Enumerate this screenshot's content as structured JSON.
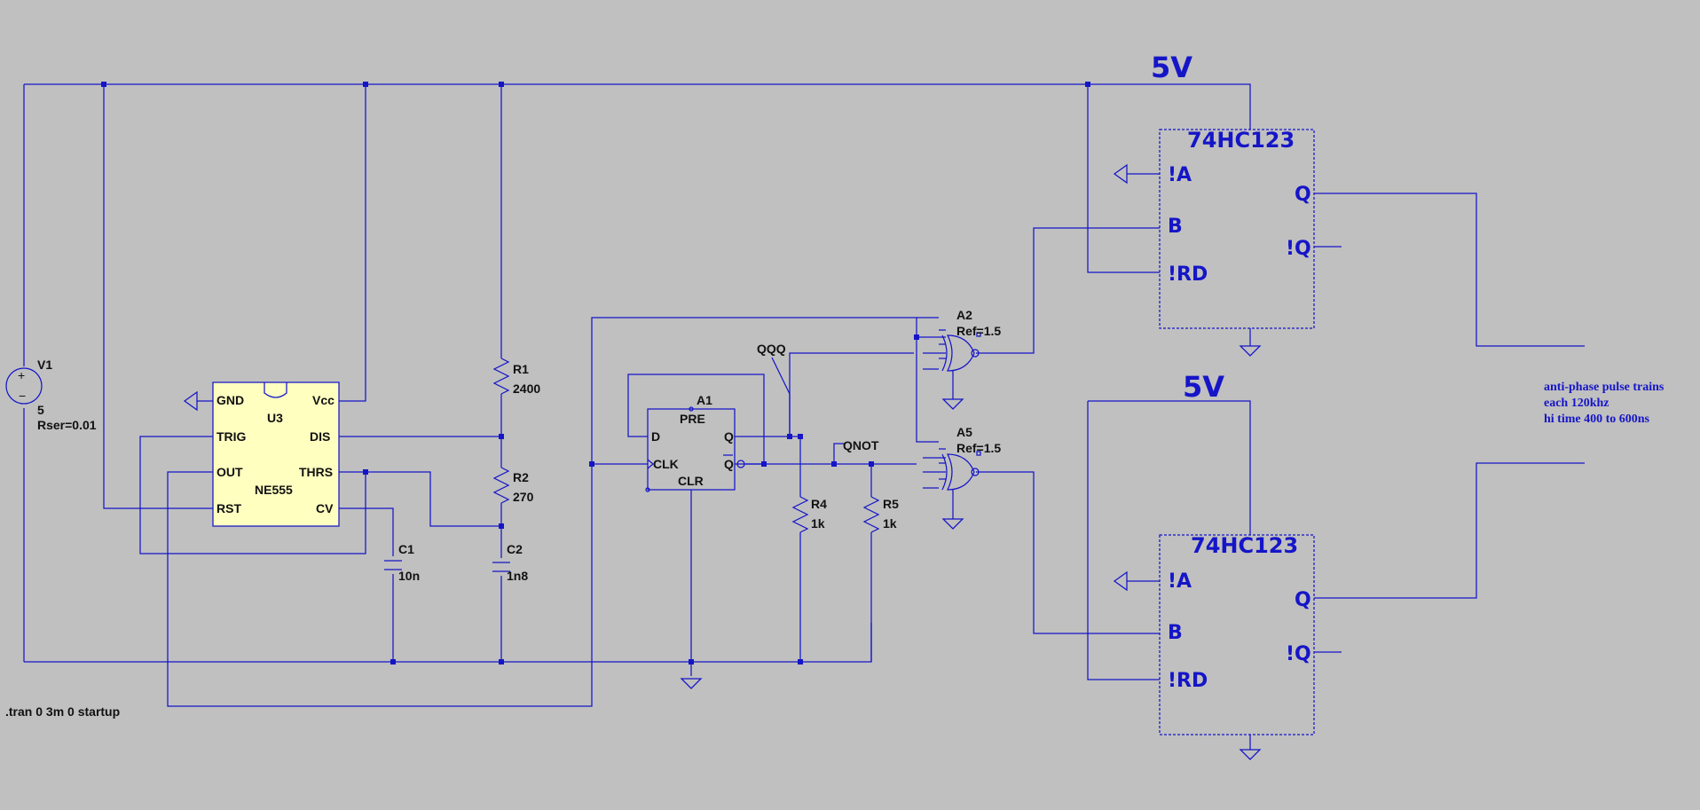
{
  "supply": {
    "label": "V1",
    "value": "5",
    "rser": "Rser=0.01"
  },
  "u3": {
    "ref": "U3",
    "part": "NE555",
    "pins": {
      "gnd": "GND",
      "vcc": "Vcc",
      "trig": "TRIG",
      "dis": "DIS",
      "out": "OUT",
      "thrs": "THRS",
      "rst": "RST",
      "cv": "CV"
    }
  },
  "r1": {
    "ref": "R1",
    "value": "2400"
  },
  "r2": {
    "ref": "R2",
    "value": "270"
  },
  "c1": {
    "ref": "C1",
    "value": "10n"
  },
  "c2": {
    "ref": "C2",
    "value": "1n8"
  },
  "a1": {
    "ref": "A1",
    "pins": {
      "pre": "PRE",
      "d": "D",
      "q": "Q",
      "clk": "CLK",
      "qbar": "Q",
      "clr": "CLR"
    }
  },
  "nets": {
    "qqq": "QQQ",
    "qnot": "QNOT"
  },
  "r4": {
    "ref": "R4",
    "value": "1k"
  },
  "r5": {
    "ref": "R5",
    "value": "1k"
  },
  "a2": {
    "ref": "A2",
    "param": "Ref=1.5"
  },
  "a5": {
    "ref": "A5",
    "param": "Ref=1.5"
  },
  "rail_labels": {
    "top": "5V",
    "bottom": "5V"
  },
  "ic_top": {
    "part": "74HC123",
    "pins": {
      "a": "!A",
      "b": "B",
      "rd": "!RD",
      "q": "Q",
      "qn": "!Q"
    }
  },
  "ic_bottom": {
    "part": "74HC123",
    "pins": {
      "a": "!A",
      "b": "B",
      "rd": "!RD",
      "q": "Q",
      "qn": "!Q"
    }
  },
  "note": {
    "line1": "anti-phase pulse trains",
    "line2": "each 120khz",
    "line3": "hi time  400 to 600ns"
  },
  "directive": ".tran 0 3m 0 startup",
  "colors": {
    "background": "#c0c0c0",
    "wire": "#1515c8",
    "ic_fill": "#ffffc0",
    "text": "#111111"
  }
}
